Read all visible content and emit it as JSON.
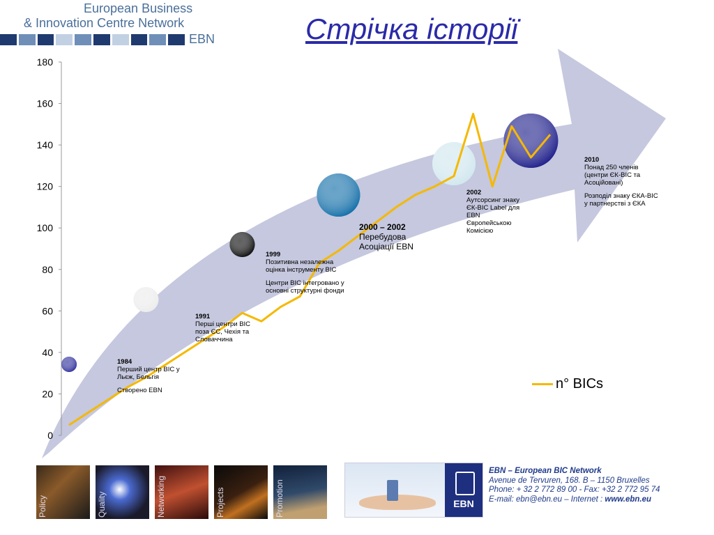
{
  "header": {
    "logo_line1": "European Business",
    "logo_line2": "& Innovation Centre Network",
    "logo_abbr": "EBN",
    "title": "Стрічка історії"
  },
  "colors": {
    "line": "#f5b800",
    "arrow": "#c5c8de",
    "strip": [
      "#1f3a6e",
      "#6f8fb8",
      "#1f3a6e",
      "#c2d0e3",
      "#6f8fb8",
      "#1f3a6e",
      "#c2d0e3",
      "#1f3a6e",
      "#6f8fb8",
      "#1f3a6e"
    ]
  },
  "chart_data": {
    "type": "line",
    "series": [
      {
        "name": "n° BICs",
        "points": [
          {
            "x": 1984,
            "y": 5
          },
          {
            "x": 1985,
            "y": 11
          },
          {
            "x": 1986,
            "y": 17
          },
          {
            "x": 1987,
            "y": 23
          },
          {
            "x": 1988,
            "y": 28
          },
          {
            "x": 1989,
            "y": 34
          },
          {
            "x": 1990,
            "y": 40
          },
          {
            "x": 1991,
            "y": 46
          },
          {
            "x": 1992,
            "y": 52
          },
          {
            "x": 1993,
            "y": 59
          },
          {
            "x": 1994,
            "y": 55
          },
          {
            "x": 1995,
            "y": 62
          },
          {
            "x": 1996,
            "y": 67
          },
          {
            "x": 1997,
            "y": 83
          },
          {
            "x": 1998,
            "y": 89
          },
          {
            "x": 1999,
            "y": 96
          },
          {
            "x": 2000,
            "y": 103
          },
          {
            "x": 2001,
            "y": 110
          },
          {
            "x": 2002,
            "y": 116
          },
          {
            "x": 2003,
            "y": 120
          },
          {
            "x": 2004,
            "y": 125
          },
          {
            "x": 2005,
            "y": 155
          },
          {
            "x": 2006,
            "y": 120
          },
          {
            "x": 2007,
            "y": 149
          },
          {
            "x": 2008,
            "y": 134
          },
          {
            "x": 2009,
            "y": 145
          }
        ]
      }
    ],
    "y_ticks": [
      "0",
      "20",
      "40",
      "60",
      "80",
      "100",
      "120",
      "140",
      "160",
      "180"
    ],
    "ylim": [
      0,
      180
    ],
    "xlim": [
      1983.6,
      2009.4
    ],
    "legend": "right"
  },
  "milestones": [
    {
      "year": 1984,
      "color": "#2a2a9a",
      "size": "small"
    },
    {
      "year": 1988,
      "color": "#ebebeb",
      "size": "medium"
    },
    {
      "year": 1993,
      "color": "#050505",
      "size": "medium"
    },
    {
      "year": 1998,
      "color": "#0d6ba6",
      "size": "large"
    },
    {
      "year": 2004,
      "color": "#cfe6ee",
      "size": "large"
    },
    {
      "year": 2008,
      "color": "#1a1a88",
      "size": "xlarge"
    }
  ],
  "annotations": {
    "a1984": {
      "year": "1984",
      "line1": "Перший центр BIC у Льєж, Бельгія",
      "line2": "Створено EBN"
    },
    "a1991": {
      "year": "1991",
      "line1": "Перші центри BIC поза ЄС, Чехія та Словаччина"
    },
    "a1999": {
      "year": "1999",
      "line1": "Позитивна незалежна оцінка інструменту BIC",
      "line2": "Центри BIC інтегровано у основні структурні фонди"
    },
    "a2000": {
      "year": "2000 – 2002",
      "line1": "Перебудова Асоціації EBN"
    },
    "a2002": {
      "year": "2002",
      "line1": "Аутсорсинг знаку ЄК-BIC Label для EBN Європейською Комісією"
    },
    "a2010": {
      "year": "2010",
      "line1": "Понад 250 членів (центри ЄК-BIC та Асоційовані)",
      "line2": "Розподіл знаку ЄКА-BIC у партнерстві з ЄКА"
    }
  },
  "legend_label": "n° BICs",
  "footer": {
    "tiles": [
      {
        "label": "Policy",
        "bg": "linear-gradient(135deg,#3a2a1a,#8a5a2a 40%,#1a1a1a)"
      },
      {
        "label": "Quality",
        "bg": "radial-gradient(circle at 45% 45%,#ffffff,#4a6ad0 25%,#1a1a2a 70%)"
      },
      {
        "label": "Networking",
        "bg": "linear-gradient(160deg,#401010,#c05030 50%,#2a0a0a)"
      },
      {
        "label": "Projects",
        "bg": "linear-gradient(150deg,#0a0a0a,#3a2010 50%,#c07020 70%,#0a0a0a)"
      },
      {
        "label": "Promotion",
        "bg": "linear-gradient(170deg,#10203a,#304a6a 50%,#c0a070 80%)"
      }
    ],
    "banner_abbr": "EBN",
    "contact": {
      "name": "EBN – European BIC Network",
      "address": "Avenue de Tervuren, 168.  B – 1150 Bruxelles",
      "phone": "Phone: + 32 2 772 89 00 - Fax: +32 2 772 95 74",
      "email_prefix": "E-mail: ebn@ebn.eu – Internet : ",
      "website": "www.ebn.eu"
    }
  }
}
